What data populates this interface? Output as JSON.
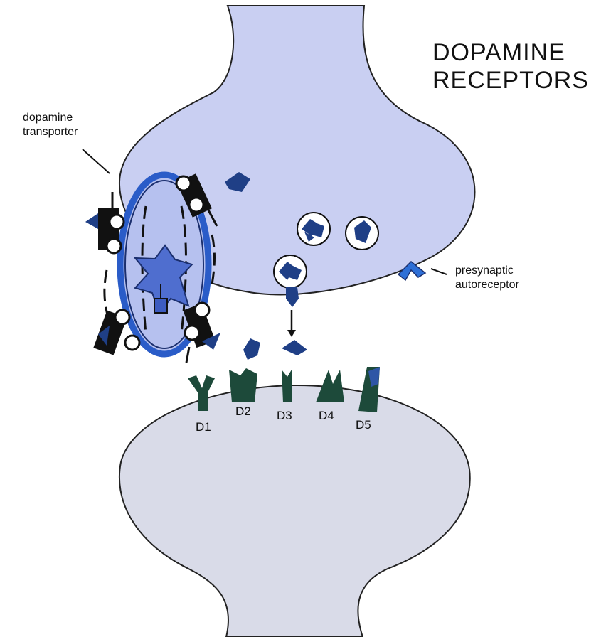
{
  "title": {
    "line1": "DOPAMINE",
    "line2": "RECEPTORS"
  },
  "callouts": {
    "transporter": {
      "line1": "dopamine",
      "line2": "transporter"
    },
    "autoreceptor": {
      "line1": "presynaptic",
      "line2": "autoreceptor"
    }
  },
  "receptors": [
    {
      "label": "D1",
      "color": "#111111"
    },
    {
      "label": "D2",
      "color": "#cc3300"
    },
    {
      "label": "D3",
      "color": "#111111"
    },
    {
      "label": "D4",
      "color": "#111111"
    },
    {
      "label": "D5",
      "color": "#111111"
    }
  ],
  "colors": {
    "presynaptic_fill": "#c9cff2",
    "postsynaptic_fill": "#d9dbe8",
    "dopamine": "#1f3f86",
    "receptor": "#1d4a3a",
    "transporter_ring": "#2a5cc8",
    "autoreceptor": "#2e6fd6"
  }
}
